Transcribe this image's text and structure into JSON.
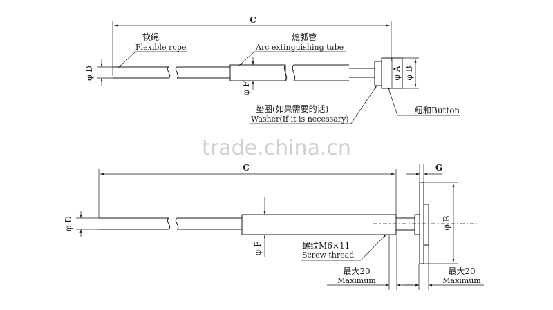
{
  "watermark": "trade.china.cn",
  "top": {
    "dim_c": "C",
    "dim_d": "φ D",
    "dim_f": "φ F",
    "dim_a": "φ A",
    "dim_b": "φ B",
    "rope_cn": "软绳",
    "rope_en": "Flexible rope",
    "tube_cn": "熄弧管",
    "tube_en": "Arc extinguishing tube",
    "washer_cn": "垫圈(如果需要的话)",
    "washer_en": "Washer(If it is necessary)",
    "button_label": "纽和Button"
  },
  "bottom": {
    "dim_c": "C",
    "dim_d": "φ D",
    "dim_f": "φ F",
    "dim_b": "φ B",
    "dim_g": "G",
    "thread_cn": "螺纹M6×11",
    "thread_en": "Screw thread",
    "max_left_cn": "最大20",
    "max_left_en": "Maximum",
    "max_right_cn": "最大20",
    "max_right_en": "Maximum"
  }
}
